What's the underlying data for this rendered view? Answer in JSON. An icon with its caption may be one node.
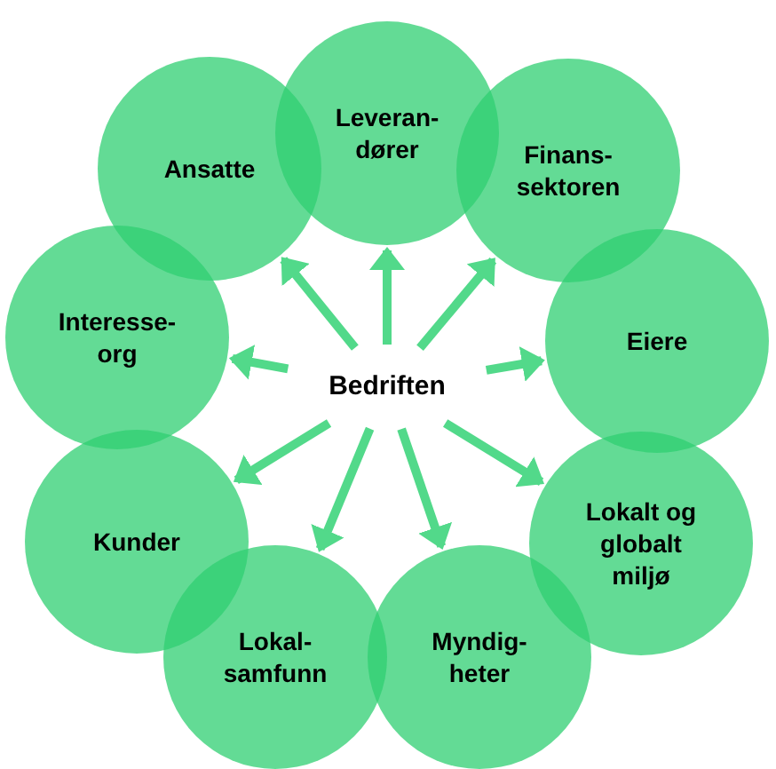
{
  "diagram": {
    "nodes": [
      {
        "text": [
          "Bedriften"
        ]
      },
      {
        "text": [
          "Leveran- dører"
        ]
      },
      {
        "text": [
          "Finans- sektoren"
        ]
      },
      {
        "text": [
          "Eiere"
        ]
      },
      {
        "text": [
          "Lokalt og globalt miljø"
        ]
      },
      {
        "text": [
          "Myndig- heter"
        ]
      },
      {
        "text": [
          "Lokal- samfunn"
        ]
      },
      {
        "text": [
          "Kunder"
        ]
      },
      {
        "text": [
          "Interesse- org"
        ]
      },
      {
        "text": [
          "Ansatte"
        ]
      }
    ],
    "edges": [
      {
        "from": 0,
        "to": 1,
        "arrow": "to"
      },
      {
        "from": 0,
        "to": 2,
        "arrow": "to"
      },
      {
        "from": 0,
        "to": 3,
        "arrow": "to"
      },
      {
        "from": 0,
        "to": 4,
        "arrow": "to"
      },
      {
        "from": 0,
        "to": 5,
        "arrow": "to"
      },
      {
        "from": 0,
        "to": 6,
        "arrow": "to"
      },
      {
        "from": 0,
        "to": 7,
        "arrow": "to"
      },
      {
        "from": 0,
        "to": 8,
        "arrow": "to"
      },
      {
        "from": 0,
        "to": 9,
        "arrow": "to"
      }
    ]
  }
}
